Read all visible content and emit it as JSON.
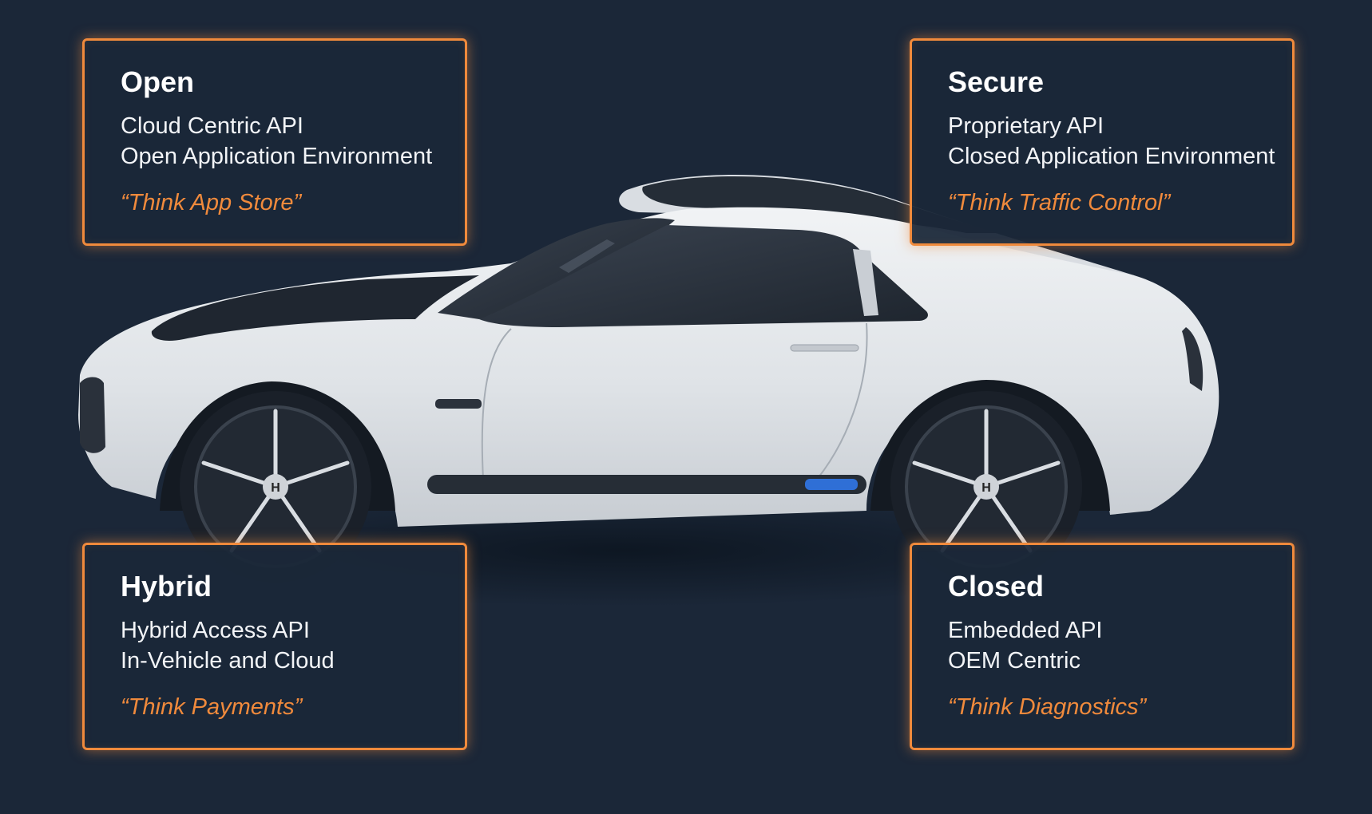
{
  "quadrants": {
    "open": {
      "title": "Open",
      "lines": [
        "Cloud Centric API",
        "Open Application Environment"
      ],
      "quote": "“Think App Store”"
    },
    "secure": {
      "title": "Secure",
      "lines": [
        "Proprietary API",
        "Closed Application Environment"
      ],
      "quote": "“Think Traffic Control”"
    },
    "hybrid": {
      "title": "Hybrid",
      "lines": [
        "Hybrid Access API",
        "In-Vehicle and Cloud"
      ],
      "quote": "“Think Payments”"
    },
    "closed": {
      "title": "Closed",
      "lines": [
        "Embedded API",
        "OEM Centric"
      ],
      "quote": "“Think Diagnostics”"
    }
  },
  "colors": {
    "background": "#1b2738",
    "accent": "#f08a3c",
    "text": "#ffffff",
    "car_body": "#e4e7ea",
    "charge_indicator": "#2f6fd6"
  },
  "icons": {
    "car": "car-side-image",
    "wheel_logo": "honda-logo-icon"
  }
}
